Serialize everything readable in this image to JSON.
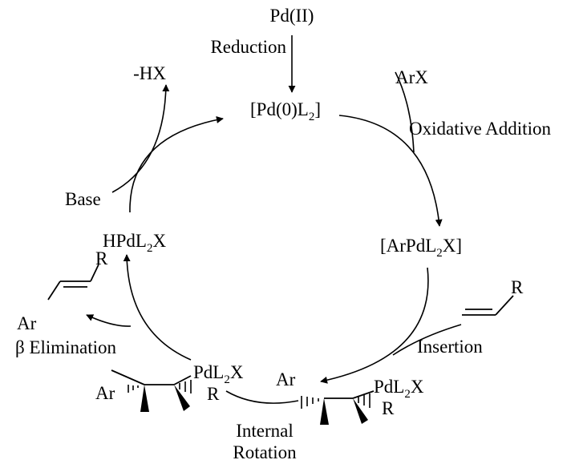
{
  "species": {
    "pd2": "Pd(II)",
    "pd0_main": "[Pd(0)L",
    "pd0_sub": "2",
    "pd0_end": "]",
    "arx": "ArX",
    "arpd_main": "[ArPdL",
    "arpd_sub": "2",
    "arpd_end": "X]",
    "hpd_main": "HPdL",
    "hpd_sub": "2",
    "hpd_end": "X",
    "hx": "-HX",
    "base": "Base"
  },
  "steps": {
    "reduction": "Reduction",
    "oxidative_addition": "Oxidative Addition",
    "insertion": "Insertion",
    "beta_elimination": "β Elimination",
    "internal_rotation_1": "Internal",
    "internal_rotation_2": "Rotation"
  },
  "structures": {
    "alkene_r": "R",
    "product_ar": "Ar",
    "product_r": "R",
    "left_ar": "Ar",
    "left_pd_main": "PdL",
    "left_pd_sub": "2",
    "left_pd_end": "X",
    "left_r": "R",
    "right_ar": "Ar",
    "right_pd_main": "PdL",
    "right_pd_sub": "2",
    "right_pd_end": "X",
    "right_r": "R"
  }
}
